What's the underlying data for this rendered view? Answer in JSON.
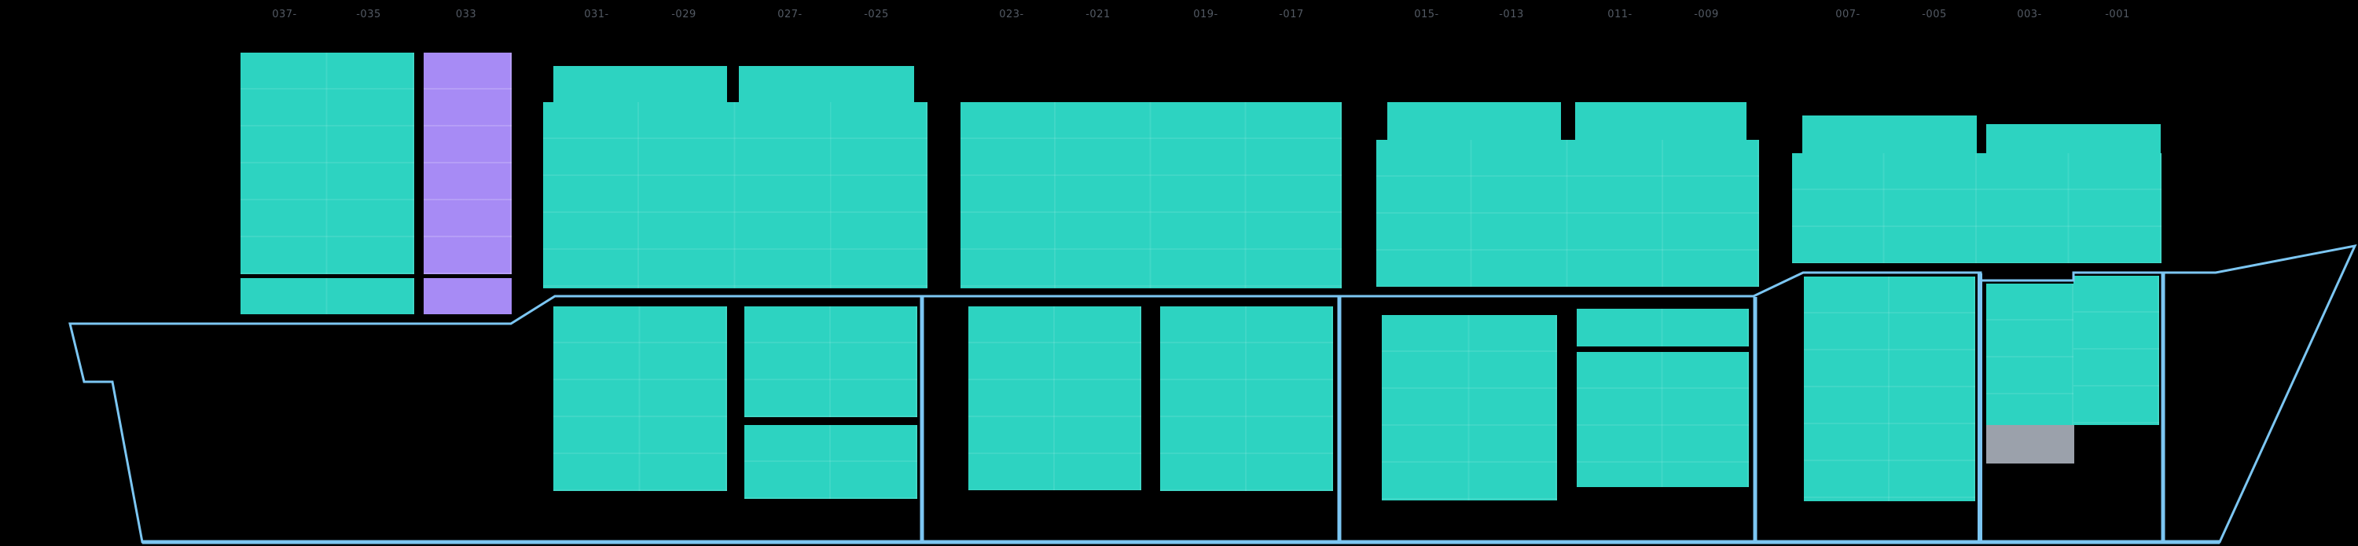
{
  "diagram": {
    "type": "vessel-stowage-side-profile",
    "bay_labels": [
      {
        "text": "037-"
      },
      {
        "text": "-035"
      },
      {
        "text": "033"
      },
      {
        "text": "031-"
      },
      {
        "text": "-029"
      },
      {
        "text": "027-"
      },
      {
        "text": "-025"
      },
      {
        "text": "023-"
      },
      {
        "text": "-021"
      },
      {
        "text": "019-"
      },
      {
        "text": "-017"
      },
      {
        "text": "015-"
      },
      {
        "text": "-013"
      },
      {
        "text": "011-"
      },
      {
        "text": "-009"
      },
      {
        "text": "007-"
      },
      {
        "text": "-005"
      },
      {
        "text": "003-"
      },
      {
        "text": "-001"
      }
    ],
    "colors": {
      "background": "#000000",
      "container_teal": "#2dd3c1",
      "container_purple": "#a78bf5",
      "hull_line": "#7cc6f2",
      "block_gray": "#9ba1ab",
      "label_text": "#535a64"
    }
  }
}
